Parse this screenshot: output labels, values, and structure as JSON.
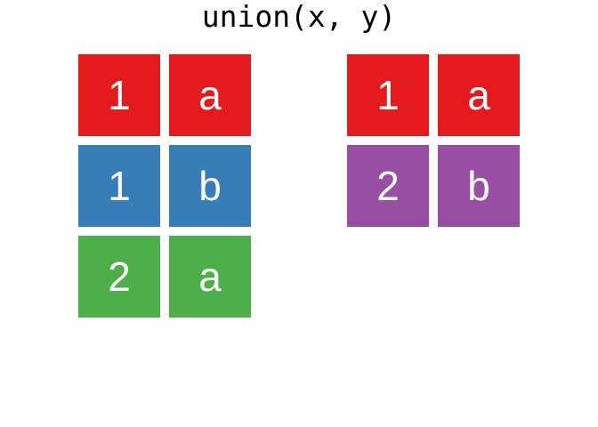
{
  "title": "union(x, y)",
  "background": "#ffffff",
  "title_color": "#000000",
  "cell_text_color": "#ffffff",
  "colors": {
    "red": "#e41a1c",
    "blue": "#377eb8",
    "green": "#4daf4a",
    "purple": "#984ea3"
  },
  "table_x": {
    "rows": [
      {
        "key": "1",
        "value": "a",
        "color": "red"
      },
      {
        "key": "1",
        "value": "b",
        "color": "blue"
      },
      {
        "key": "2",
        "value": "a",
        "color": "green"
      }
    ]
  },
  "table_y": {
    "rows": [
      {
        "key": "1",
        "value": "a",
        "color": "red"
      },
      {
        "key": "2",
        "value": "b",
        "color": "purple"
      }
    ]
  }
}
